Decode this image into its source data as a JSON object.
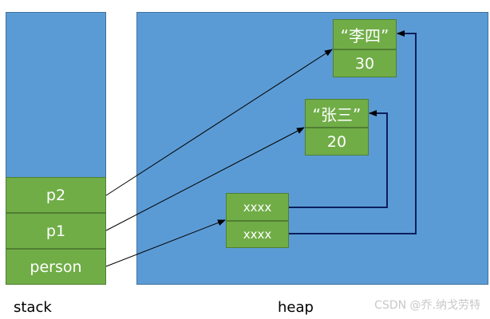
{
  "stack": {
    "label": "stack",
    "cells": [
      "p2",
      "p1",
      "person"
    ]
  },
  "heap": {
    "label": "heap",
    "objects": [
      {
        "name": "“李四”",
        "age": "30"
      },
      {
        "name": "“张三”",
        "age": "20"
      }
    ],
    "refs": [
      "xxxx",
      "xxxx"
    ]
  },
  "watermark": "CSDN @乔.纳戈劳特",
  "colors": {
    "region_fill": "#5b9bd5",
    "cell_fill": "#70ad47",
    "arrow": "#000000"
  }
}
